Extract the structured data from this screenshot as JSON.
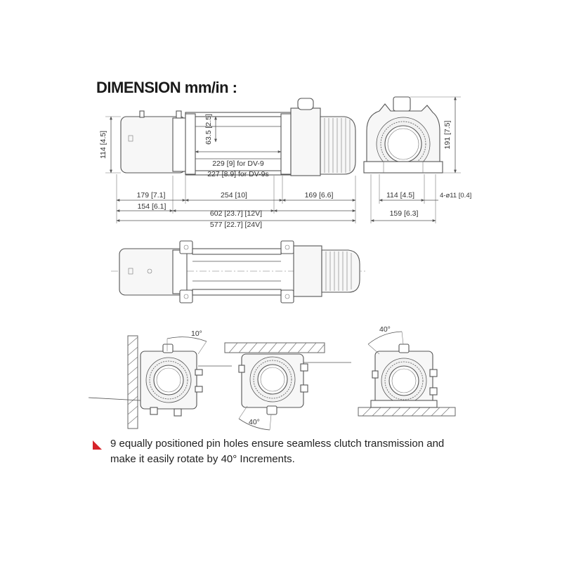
{
  "title": "DIMENSION mm/in :",
  "dimensions": {
    "height_left": "114 [4.5]",
    "rope_pitch": "63.5 [2.5]",
    "drum_dv9": "229 [9] for DV-9",
    "drum_dv9s": "227 [8.9] for DV-9s",
    "motor_179": "179 [7.1]",
    "drum_254": "254 [10]",
    "gear_169": "169 [6.6]",
    "motor_154": "154 [6.1]",
    "total_12v": "602 [23.7] [12V]",
    "total_24v": "577 [22.7] [24V]",
    "end_height": "191 [7.5]",
    "bolt_114": "114 [4.5]",
    "holes": "4-ø11 [0.4]",
    "end_width": "159 [6.3]"
  },
  "angles": {
    "view1": "10°",
    "view2": "40°",
    "view3": "40°"
  },
  "note": {
    "line1": "9 equally positioned pin holes ensure seamless clutch transmission and",
    "line2": "make it easily rotate by 40° Increments.",
    "marker_color": "#d6232a"
  }
}
